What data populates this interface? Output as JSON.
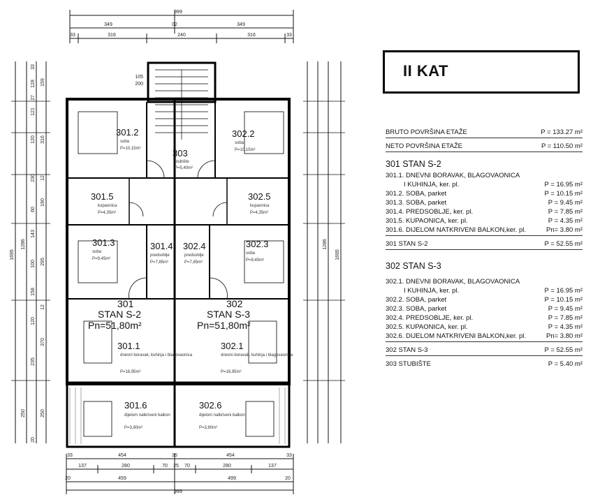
{
  "sheet": {
    "title": "II KAT"
  },
  "dims": {
    "top": [
      "999",
      "349",
      "02",
      "349",
      "33",
      "316",
      "240",
      "316",
      "33"
    ],
    "bottom": [
      "33",
      "454",
      "25",
      "454",
      "33",
      "137",
      "280",
      "70",
      "25",
      "70",
      "280",
      "137",
      "20",
      "459",
      "499",
      "20",
      "999"
    ],
    "left_outer": [
      "1695",
      "1286"
    ],
    "right_outer": [
      "1695",
      "1286"
    ],
    "side": [
      "159",
      "33",
      "128",
      "121",
      "27",
      "316",
      "120",
      "230",
      "12",
      "190",
      "60",
      "143",
      "100",
      "295",
      "158",
      "12",
      "120",
      "370",
      "235",
      "250",
      "250",
      "20",
      "105",
      "200"
    ]
  },
  "rooms": [
    {
      "num": "301.2",
      "sub": "soba",
      "area": "P=10,15m²"
    },
    {
      "num": "302.2",
      "sub": "soba",
      "area": "P=10,15m²"
    },
    {
      "num": "303",
      "sub": "stubište",
      "area": "P=5,40m²"
    },
    {
      "num": "301.5",
      "sub": "kupaonica",
      "area": "P=4,35m²"
    },
    {
      "num": "302.5",
      "sub": "kupaonica",
      "area": "P=4,35m²"
    },
    {
      "num": "301.3",
      "sub": "soba",
      "area": "P=9,45m²"
    },
    {
      "num": "301.4",
      "sub": "predsoblje",
      "area": "P=7,85m²"
    },
    {
      "num": "302.4",
      "sub": "predsoblje",
      "area": "P=7,85m²"
    },
    {
      "num": "302.3",
      "sub": "soba",
      "area": "P=9,45m²"
    },
    {
      "num": "301.1",
      "sub": "dnevni boravak, kuhinja i blagovaonica",
      "area": "P=16,95m²"
    },
    {
      "num": "302.1",
      "sub": "dnevni boravak, kuhinja i blagovaonica",
      "area": "P=16,95m²"
    },
    {
      "num": "301.6",
      "sub": "dijelom natkriveni balkon",
      "area": "P=3,80m²"
    },
    {
      "num": "302.6",
      "sub": "dijelom natkriveni balkon",
      "area": "P=3,80m²"
    }
  ],
  "apartments": [
    {
      "num": "301",
      "name": "STAN S-2",
      "area": "Pn=51,80m²"
    },
    {
      "num": "302",
      "name": "STAN S-3",
      "area": "Pn=51,80m²"
    }
  ],
  "schedule": {
    "bruto": {
      "label": "BRUTO POVRŠINA ETAŽE",
      "value": "P = 133.27 m²"
    },
    "neto": {
      "label": "NETO POVRŠINA ETAŽE",
      "value": "P = 110.50 m²"
    },
    "units": [
      {
        "heading": "301 STAN S-2",
        "lines": [
          {
            "label": "301.1. DNEVNI BORAVAK, BLAGOVAONICA",
            "value": ""
          },
          {
            "label": "I KUHINJA, ker. pl.",
            "value": "P = 16.95 m²"
          },
          {
            "label": "301.2. SOBA, parket",
            "value": "P = 10.15 m²"
          },
          {
            "label": "301.3. SOBA, parket",
            "value": "P = 9.45 m²"
          },
          {
            "label": "301.4. PREDSOBLJE, ker. pl.",
            "value": "P = 7.85 m²"
          },
          {
            "label": "301.5. KUPAONICA, ker. pl.",
            "value": "P = 4.35 m²"
          },
          {
            "label": "301.6. DIJELOM NATKRIVENI BALKON,ker. pl.",
            "value": "Pn= 3.80 m²"
          }
        ],
        "total": {
          "label": "301 STAN S-2",
          "value": "P = 52.55 m²"
        }
      },
      {
        "heading": "302 STAN S-3",
        "lines": [
          {
            "label": "302.1. DNEVNI BORAVAK, BLAGOVAONICA",
            "value": ""
          },
          {
            "label": "I KUHINJA, ker. pl.",
            "value": "P = 16.95 m²"
          },
          {
            "label": "302.2. SOBA, parket",
            "value": "P = 10.15 m²"
          },
          {
            "label": "302.3. SOBA, parket",
            "value": "P = 9.45 m²"
          },
          {
            "label": "302.4. PREDSOBLJE, ker. pl.",
            "value": "P = 7.85 m²"
          },
          {
            "label": "302.5. KUPAONICA, ker. pl.",
            "value": "P = 4.35 m²"
          },
          {
            "label": "302.6. DIJELOM NATKRIVENI BALKON,ker. pl.",
            "value": "Pn= 3.80 m²"
          }
        ],
        "total": {
          "label": "302 STAN S-3",
          "value": "P = 52.55 m²"
        }
      }
    ],
    "stair": {
      "label": "303 STUBIŠTE",
      "value": "P = 5.40 m²"
    }
  }
}
